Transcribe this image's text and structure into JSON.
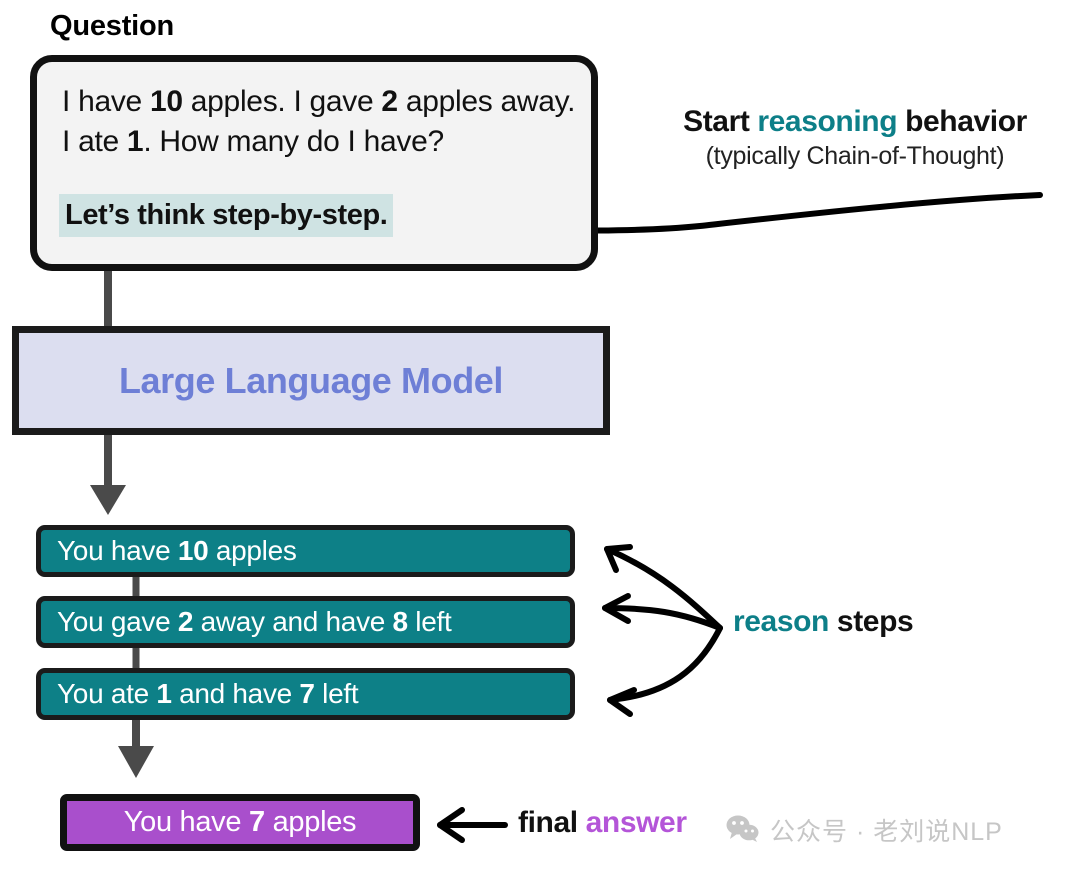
{
  "diagram": {
    "title_label": "Question",
    "question_box": {
      "prompt_parts": [
        {
          "t": "I have ",
          "b": false
        },
        {
          "t": "10",
          "b": true
        },
        {
          "t": " apples. I gave ",
          "b": false
        },
        {
          "t": "2",
          "b": true
        },
        {
          "t": " apples away. I ate ",
          "b": false
        },
        {
          "t": "1",
          "b": true
        },
        {
          "t": ". How many do I have?",
          "b": false
        }
      ],
      "prompt_plain": "I have 10 apples. I gave 2 apples away. I ate 1. How many do I have?",
      "cot_trigger": "Let’s think step-by-step.",
      "fill_color": "#f3f3f3",
      "highlight_color": "#cfe3e3",
      "border_color": "#111111"
    },
    "start_reasoning_annotation": {
      "line1_pre": "Start ",
      "line1_accent": "reasoning",
      "line1_post": " behavior",
      "line1_plain": "Start reasoning behavior",
      "line2": "(typically Chain-of-Thought)",
      "accent_color": "#0d7f88"
    },
    "llm_box": {
      "label": "Large Language Model",
      "fill_color": "#dcdef0",
      "text_color": "#6e7fd6",
      "border_color": "#1b1b1b"
    },
    "reason_steps": {
      "annotation_accent": "reason",
      "annotation_rest": " steps",
      "annotation_plain": "reason steps",
      "accent_color": "#0d7f88",
      "fill_color": "#0d8087",
      "text_color": "#ffffff",
      "items": [
        {
          "plain": "You have 10 apples",
          "parts": [
            {
              "t": "You have ",
              "b": false
            },
            {
              "t": "10",
              "b": true
            },
            {
              "t": " apples",
              "b": false
            }
          ]
        },
        {
          "plain": "You gave 2 away and have 8 left",
          "parts": [
            {
              "t": "You gave ",
              "b": false
            },
            {
              "t": "2",
              "b": true
            },
            {
              "t": " away and have ",
              "b": false
            },
            {
              "t": "8",
              "b": true
            },
            {
              "t": " left",
              "b": false
            }
          ]
        },
        {
          "plain": "You ate 1 and have 7 left",
          "parts": [
            {
              "t": "You ate ",
              "b": false
            },
            {
              "t": "1",
              "b": true
            },
            {
              "t": " and have ",
              "b": false
            },
            {
              "t": "7",
              "b": true
            },
            {
              "t": " left",
              "b": false
            }
          ]
        }
      ]
    },
    "final_answer": {
      "box": {
        "plain": "You have 7 apples",
        "parts": [
          {
            "t": "You have ",
            "b": false
          },
          {
            "t": "7",
            "b": true
          },
          {
            "t": " apples",
            "b": false
          }
        ],
        "fill_color": "#a94fcc",
        "text_color": "#ffffff",
        "border_color": "#111111"
      },
      "annotation_pre": "final ",
      "annotation_accent": "answer",
      "annotation_plain": "final answer",
      "accent_color": "#b455d8"
    },
    "watermark": {
      "icon": "wechat-icon",
      "text": "公众号 · 老刘说NLP",
      "color": "#c6c6c6"
    }
  }
}
